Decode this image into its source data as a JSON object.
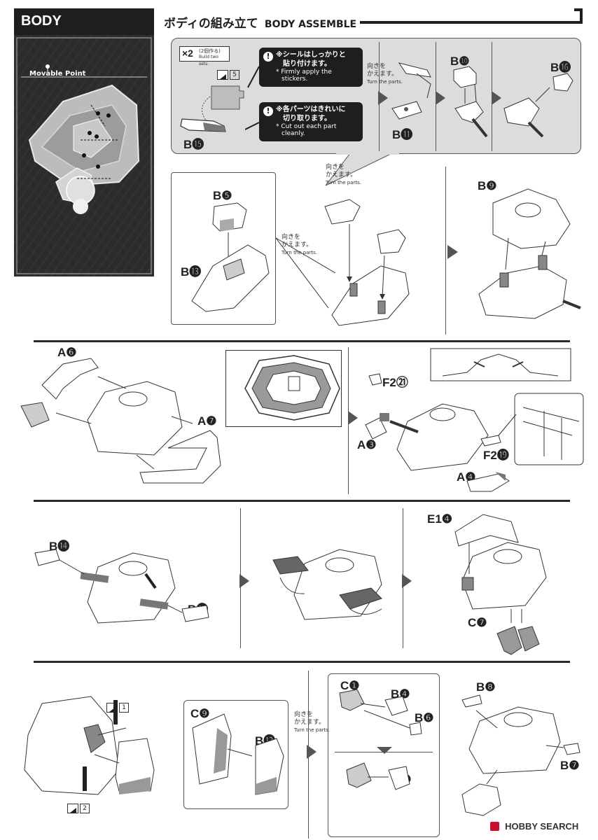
{
  "header": {
    "section_tab": "BODY",
    "title_jp": "ボディの組み立て",
    "title_en": "BODY ASSEMBLE"
  },
  "sidebar": {
    "movable_point": "Movable Point"
  },
  "step1": {
    "build_count": "×2",
    "build_jp": "(2個作る)",
    "build_en": "Build two sets.",
    "sticker_num": "5",
    "note1_jp_a": "※シールはしっかりと",
    "note1_jp_b": "貼り付けます。",
    "note1_en_a": "* Firmly apply the",
    "note1_en_b": "stickers.",
    "note2_jp_a": "※各パーツはきれいに",
    "note2_jp_b": "切り取ります。",
    "note2_en_a": "* Cut out each part",
    "note2_en_b": "cleanly.",
    "part_b15": "B⓯",
    "turn_jp_a": "向きを",
    "turn_jp_b": "かえます。",
    "turn_en": "Turn the parts.",
    "part_b10": "B❿",
    "part_b11": "B⓫",
    "part_b16": "B⓰"
  },
  "step2": {
    "part_b5": "B❺",
    "part_b13": "B⓭",
    "turn_jp_a": "向きを",
    "turn_jp_b": "かえます。",
    "turn_en": "Turn the parts.",
    "turn2_jp_a": "向きを",
    "turn2_jp_b": "かえます。",
    "turn2_en": "Turn the parts.",
    "part_b9": "B❾"
  },
  "step3": {
    "part_a6": "A❻",
    "part_a7": "A❼",
    "part_f2_21": "F2㉑",
    "part_a3": "A❸",
    "part_f2_19": "F2⓳",
    "part_a4": "A❹"
  },
  "step4": {
    "part_b14_a": "B⓮",
    "part_b14_b": "B⓮",
    "part_e1_4": "E1❹",
    "part_c7": "C❼"
  },
  "step5": {
    "sticker1": "1",
    "sticker2": "2",
    "part_c9": "C❾",
    "part_b12": "B⓬",
    "turn_jp_a": "向きを",
    "turn_jp_b": "かえます。",
    "turn_en": "Turn the parts.",
    "part_c1": "C❶",
    "part_b4": "B❹",
    "part_b6": "B❻",
    "part_c2": "C❷",
    "part_b8": "B❽",
    "part_b7": "B❼"
  },
  "watermark": "HOBBY SEARCH"
}
